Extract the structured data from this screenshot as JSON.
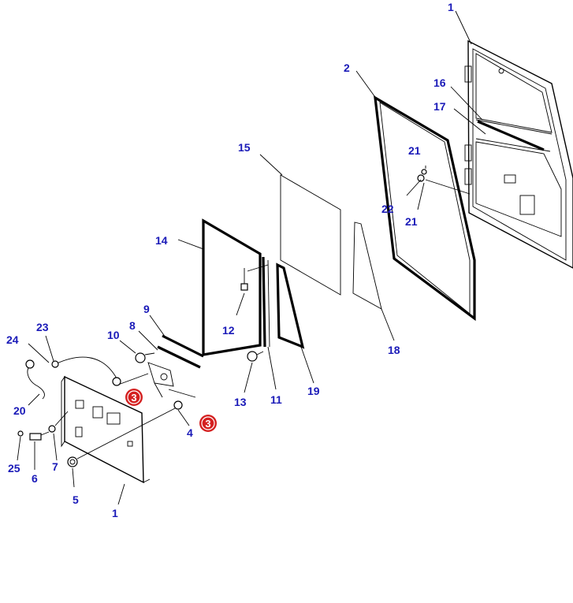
{
  "colors": {
    "callout": "#1a1ab8",
    "badge": "#d42020",
    "line": "#000000"
  },
  "callouts": [
    {
      "id": "c1a",
      "text": "1"
    },
    {
      "id": "c2",
      "text": "2"
    },
    {
      "id": "c16",
      "text": "16"
    },
    {
      "id": "c17",
      "text": "17"
    },
    {
      "id": "c21a",
      "text": "21"
    },
    {
      "id": "c22",
      "text": "22"
    },
    {
      "id": "c21b",
      "text": "21"
    },
    {
      "id": "c15",
      "text": "15"
    },
    {
      "id": "c14",
      "text": "14"
    },
    {
      "id": "c12",
      "text": "12"
    },
    {
      "id": "c9",
      "text": "9"
    },
    {
      "id": "c8",
      "text": "8"
    },
    {
      "id": "c10",
      "text": "10"
    },
    {
      "id": "c23",
      "text": "23"
    },
    {
      "id": "c24",
      "text": "24"
    },
    {
      "id": "c20",
      "text": "20"
    },
    {
      "id": "c13",
      "text": "13"
    },
    {
      "id": "c11",
      "text": "11"
    },
    {
      "id": "c19",
      "text": "19"
    },
    {
      "id": "c18",
      "text": "18"
    },
    {
      "id": "c4",
      "text": "4"
    },
    {
      "id": "c25",
      "text": "25"
    },
    {
      "id": "c6",
      "text": "6"
    },
    {
      "id": "c7",
      "text": "7"
    },
    {
      "id": "c5",
      "text": "5"
    },
    {
      "id": "c1b",
      "text": "1"
    }
  ],
  "badges": [
    {
      "id": "b1",
      "text": "3"
    },
    {
      "id": "b2",
      "text": "3"
    }
  ]
}
